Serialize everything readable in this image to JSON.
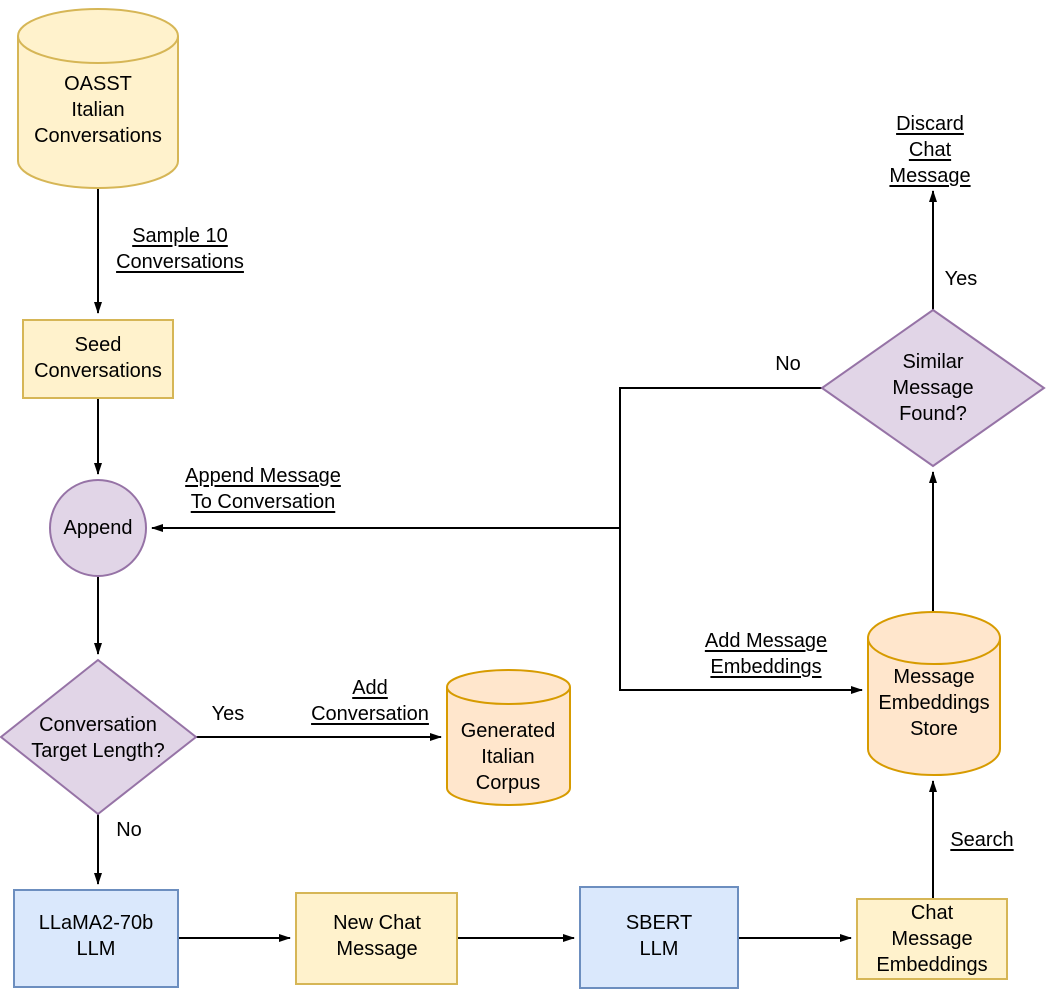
{
  "colors": {
    "background": "#ffffff",
    "line": "#000000",
    "text": "#000000",
    "yellow_fill": "#fff2cc",
    "yellow_stroke": "#d6b656",
    "purple_fill": "#e1d5e7",
    "purple_stroke": "#9673a6",
    "blue_fill": "#dae8fc",
    "blue_stroke": "#6c8ebf",
    "orange_fill": "#ffe6cc",
    "orange_stroke": "#d79b00"
  },
  "nodes": {
    "oasst": {
      "shape": "cylinder",
      "color": "yellow",
      "label": "OASST\nItalian\nConversations"
    },
    "seed": {
      "shape": "rectangle",
      "color": "yellow",
      "label": "Seed\nConversations"
    },
    "append": {
      "shape": "circle",
      "color": "purple",
      "label": "Append"
    },
    "target_length": {
      "shape": "diamond",
      "color": "purple",
      "label": "Conversation\nTarget Length?"
    },
    "generated_corpus": {
      "shape": "cylinder",
      "color": "orange",
      "label": "Generated\nItalian\nCorpus"
    },
    "llama": {
      "shape": "rectangle",
      "color": "blue",
      "label": "LLaMA2-70b\nLLM"
    },
    "new_chat": {
      "shape": "rectangle",
      "color": "yellow",
      "label": "New Chat\nMessage"
    },
    "sbert": {
      "shape": "rectangle",
      "color": "blue",
      "label": "SBERT\nLLM"
    },
    "chat_embeddings": {
      "shape": "rectangle",
      "color": "yellow",
      "label": "Chat Message\nEmbeddings"
    },
    "embeddings_store": {
      "shape": "cylinder",
      "color": "orange",
      "label": "Message\nEmbeddings\nStore"
    },
    "similar_found": {
      "shape": "diamond",
      "color": "purple",
      "label": "Similar\nMessage Found?"
    }
  },
  "edge_labels": {
    "sample": "Sample 10\nConversations",
    "append_message": "Append Message\nTo Conversation",
    "add_conversation": "Add\nConversation",
    "add_embeddings": "Add Message\nEmbeddings",
    "search": "Search",
    "discard": "Discard\nChat Message"
  },
  "branch_labels": {
    "target_yes": "Yes",
    "target_no": "No",
    "similar_yes": "Yes",
    "similar_no": "No"
  }
}
